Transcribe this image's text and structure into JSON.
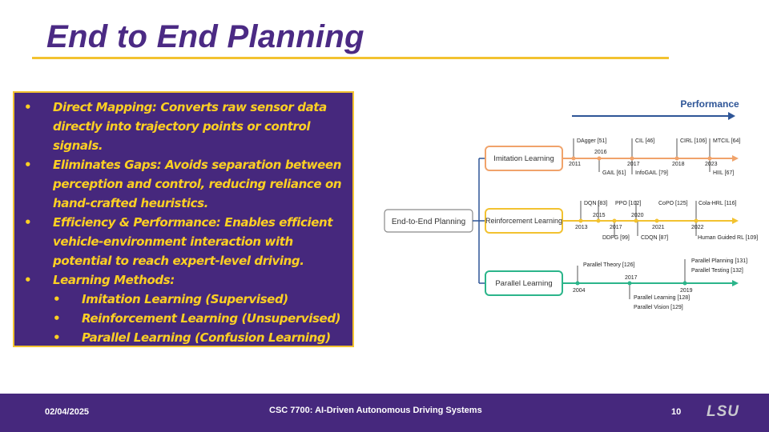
{
  "slide": {
    "title": "End to End Planning",
    "bullets": [
      "Direct Mapping: Converts raw sensor data directly into trajectory points or control signals.",
      "Eliminates Gaps: Avoids separation between perception and control, reducing reliance on hand-crafted heuristics.",
      "Efficiency & Performance: Enables efficient vehicle-environment interaction with potential to reach expert-level driving.",
      "Learning Methods:"
    ],
    "sub_bullets": [
      "Imitation Learning (Supervised)",
      "Reinforcement Learning (Unsupervised)",
      "Parallel Learning (Confusion Learning)"
    ],
    "bullet_glyph": "•"
  },
  "diagram": {
    "performance_label": "Performance",
    "root": "End-to-End Planning",
    "branches": [
      {
        "name": "Imitation Learning",
        "color": "#f0a36b",
        "years": [
          "2011",
          "2016",
          "2017",
          "2018",
          "2023"
        ],
        "above": [
          "DAgger [51]",
          "CIL [46]",
          "CIRL [106]",
          "MTCIL [64]"
        ],
        "below": [
          "GAIL [61]",
          "InfoGAIL [79]",
          "HIIL [67]"
        ]
      },
      {
        "name": "Reinforcement Learning",
        "color": "#f2c230",
        "years": [
          "2013",
          "2015",
          "2017",
          "2020",
          "2021",
          "2022"
        ],
        "above": [
          "DQN [83]",
          "PPO [102]",
          "CoPO [125]",
          "Cola-HRL [116]"
        ],
        "below": [
          "DDPG [99]",
          "CDQN [87]",
          "Human Guided RL [109]"
        ]
      },
      {
        "name": "Parallel Learning",
        "color": "#2bb58a",
        "years": [
          "2004",
          "2017",
          "2019"
        ],
        "above": [
          "Parallel Theory [126]",
          "Parallel Planning [131]",
          "Parallel Testing [132]"
        ],
        "below": [
          "Parallel Learning [128]",
          "Parallel Vision [129]"
        ]
      }
    ]
  },
  "footer": {
    "date": "02/04/2025",
    "course": "CSC 7700: AI-Driven Autonomous Driving Systems",
    "page": "10",
    "logo": "LSU"
  },
  "colors": {
    "purple": "#46287d",
    "title_purple": "#4b2a84",
    "gold": "#fdd023",
    "rule_gold": "#f2c230",
    "arrow_blue": "#2e5597"
  }
}
